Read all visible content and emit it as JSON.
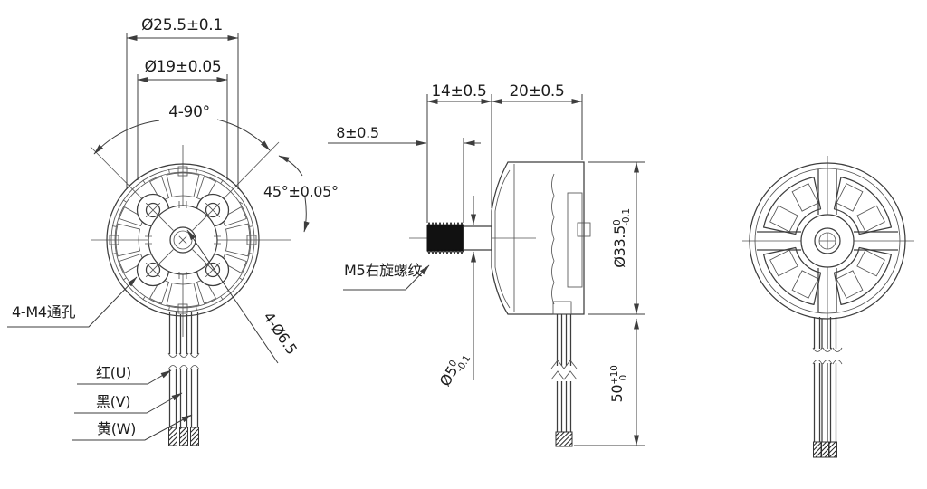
{
  "front_view": {
    "dim_flange_diameter": "Ø25.5±0.1",
    "dim_hole_circle_diameter": "Ø19±0.05",
    "dim_hole_angle": "4-90°",
    "dim_angle_tolerance": "45°±0.05°",
    "label_through_holes": "4-M4通孔",
    "label_hole_diameter": "4-Ø6.5",
    "wire_labels": [
      {
        "label": "红(U)"
      },
      {
        "label": "黑(V)"
      },
      {
        "label": "黄(W)"
      }
    ]
  },
  "side_view": {
    "dim_thread_length": "8±0.5",
    "dim_shaft_length": "14±0.5",
    "dim_body_length": "20±0.5",
    "label_thread": "M5右旋螺纹",
    "dim_body_diameter": {
      "value": "Ø33.5",
      "tol_upper": "0",
      "tol_lower": "-0.1"
    },
    "dim_shaft_diameter": {
      "value": "Ø5",
      "tol_upper": "0",
      "tol_lower": "-0.1"
    },
    "dim_wire_length": {
      "value": "50",
      "tol_upper": "+10",
      "tol_lower": "0"
    }
  }
}
